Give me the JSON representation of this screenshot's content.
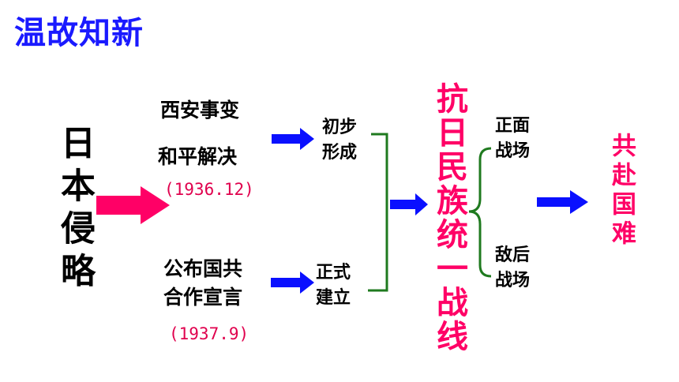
{
  "title": "温故知新",
  "cause": "日本侵略",
  "events": {
    "xian_line1": "西安事变",
    "xian_line2": "和平解决",
    "xian_date": "(1936.12)",
    "decl_line1": "公布国共",
    "decl_line2": "合作宣言",
    "decl_date": "(1937.9)"
  },
  "stages": {
    "initial_line1": "初步",
    "initial_line2": "形成",
    "formal_line1": "正式",
    "formal_line2": "建立"
  },
  "united_front": "抗日民族统一战线",
  "battlefields": {
    "front_line1": "正面",
    "front_line2": "战场",
    "rear_line1": "敌后",
    "rear_line2": "战场"
  },
  "result": "共赴国难",
  "colors": {
    "title": "#1a1aff",
    "black": "#000000",
    "pink": "#ff0066",
    "date_red": "#e0004d",
    "arrow_blue": "#0a10ff",
    "bracket_green": "#1f7a1f"
  }
}
